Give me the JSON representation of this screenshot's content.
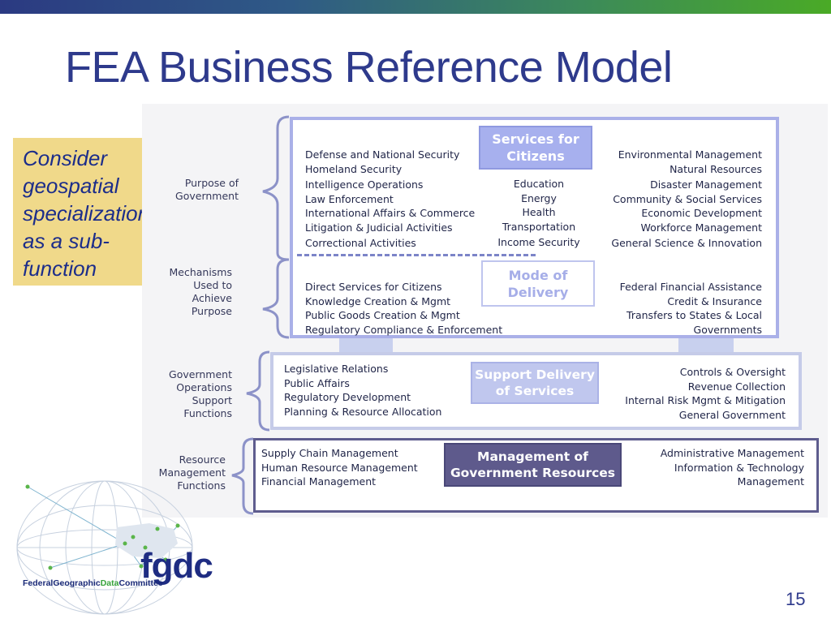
{
  "title": "FEA Business Reference Model",
  "callout_lines": [
    "Consider",
    "geospatial",
    "specialization",
    "as a sub-",
    "function"
  ],
  "side_labels": {
    "purpose": [
      "Purpose of",
      "Government"
    ],
    "mechanisms": [
      "Mechanisms",
      "Used to",
      "Achieve",
      "Purpose"
    ],
    "gov_ops": [
      "Government",
      "Operations",
      "Support",
      "Functions"
    ],
    "resource": [
      "Resource",
      "Management",
      "Functions"
    ]
  },
  "services": {
    "header": [
      "Services for",
      "Citizens"
    ],
    "left": [
      "Defense and National Security",
      "Homeland Security",
      "Intelligence Operations",
      "Law Enforcement",
      "International Affairs & Commerce",
      "Litigation & Judicial Activities",
      "Correctional Activities"
    ],
    "center": [
      "Education",
      "Energy",
      "Health",
      "Transportation",
      "Income Security"
    ],
    "right": [
      "Environmental Management",
      "Natural Resources",
      "Disaster Management",
      "Community & Social Services",
      "Economic Development",
      "Workforce Management",
      "General Science & Innovation"
    ]
  },
  "delivery": {
    "header": [
      "Mode of",
      "Delivery"
    ],
    "left": [
      "Direct Services for Citizens",
      "Knowledge Creation & Mgmt",
      "Public Goods Creation & Mgmt",
      "Regulatory Compliance & Enforcement"
    ],
    "right": [
      "Federal Financial Assistance",
      "Credit & Insurance",
      "Transfers to States & Local",
      "Governments"
    ]
  },
  "support": {
    "header": [
      "Support Delivery",
      "of Services"
    ],
    "left": [
      "Legislative Relations",
      "Public Affairs",
      "Regulatory Development",
      "Planning & Resource Allocation"
    ],
    "right": [
      "Controls & Oversight",
      "Revenue Collection",
      "Internal Risk Mgmt & Mitigation",
      "General Government"
    ]
  },
  "resources": {
    "header": [
      "Management of",
      "Government Resources"
    ],
    "left": [
      "Supply Chain Management",
      "Human Resource Management",
      "Financial Management"
    ],
    "right": [
      "Administrative Management",
      "Information & Technology",
      "Management"
    ]
  },
  "logo": {
    "name_federal": "FederalGeographic",
    "name_data": "Data",
    "name_committee": "Committee",
    "acronym": "fgdc"
  },
  "page_number": "15",
  "colors": {
    "title": "#2e3a8c",
    "callout_bg": "#f0d98a",
    "accent_purple": "#5e5a8c",
    "accent_lavender": "#a7b0ee",
    "logo_green": "#36a33a"
  }
}
